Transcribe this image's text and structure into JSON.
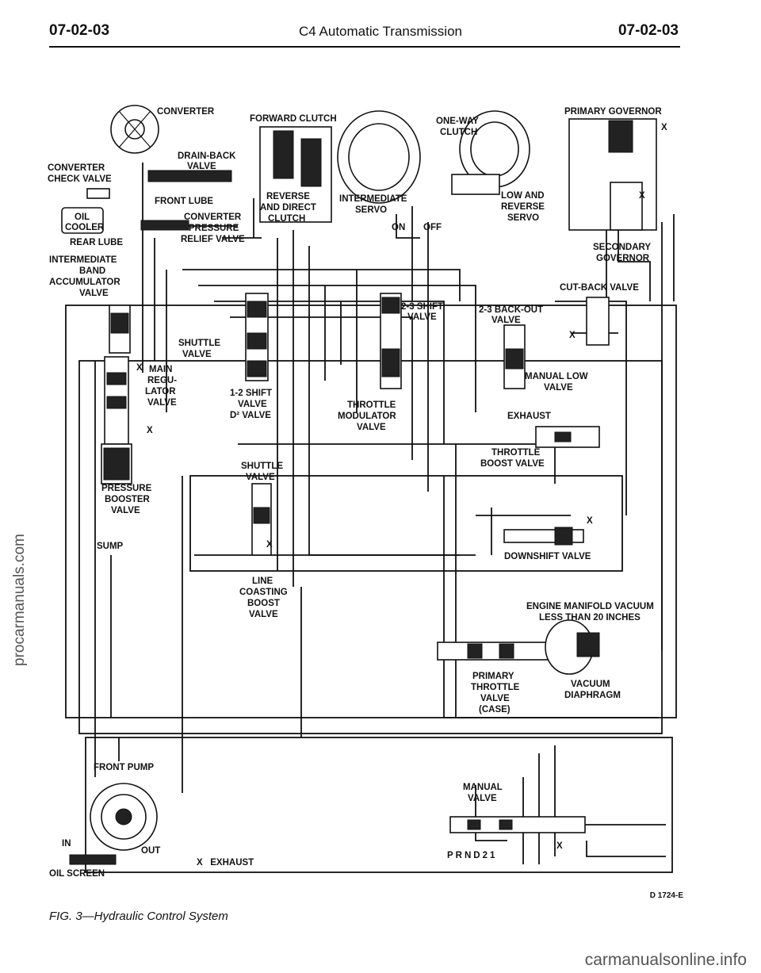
{
  "header": {
    "left_code": "07-02-03",
    "title": "C4 Automatic Transmission",
    "right_code": "07-02-03"
  },
  "watermarks": {
    "side": "procarmanuals.com",
    "bottom": "carmanualsonline.info"
  },
  "diagram": {
    "labels": {
      "converter": "CONVERTER",
      "forward_clutch": "FORWARD CLUTCH",
      "one_way_clutch_1": "ONE-WAY",
      "one_way_clutch_2": "CLUTCH",
      "primary_governor": "PRIMARY GOVERNOR",
      "converter_check_1": "CONVERTER",
      "converter_check_2": "CHECK VALVE",
      "drain_back_1": "DRAIN-BACK",
      "drain_back_2": "VALVE",
      "front_lube": "FRONT LUBE",
      "reverse_direct_1": "REVERSE",
      "reverse_direct_2": "AND DIRECT",
      "reverse_direct_3": "CLUTCH",
      "intermediate_servo_1": "INTERMEDIATE",
      "intermediate_servo_2": "SERVO",
      "low_reverse_1": "LOW AND",
      "low_reverse_2": "REVERSE",
      "low_reverse_3": "SERVO",
      "oil_cooler_1": "OIL",
      "oil_cooler_2": "COOLER",
      "conv_pressure_1": "CONVERTER",
      "conv_pressure_2": "PRESSURE",
      "conv_pressure_3": "RELIEF VALVE",
      "on": "ON",
      "off": "OFF",
      "rear_lube": "REAR LUBE",
      "secondary_gov_1": "SECONDARY",
      "secondary_gov_2": "GOVERNOR",
      "int_band_1": "INTERMEDIATE",
      "int_band_2": "BAND",
      "int_band_3": "ACCUMULATOR",
      "int_band_4": "VALVE",
      "cut_back": "CUT-BACK VALVE",
      "shift_23_1": "2-3 SHIFT",
      "shift_23_2": "VALVE",
      "backout_23_1": "2-3 BACK-OUT",
      "backout_23_2": "VALVE",
      "shuttle_1": "SHUTTLE",
      "shuttle_2": "VALVE",
      "main_reg_1": "MAIN",
      "main_reg_2": "REGU-",
      "main_reg_3": "LATOR",
      "main_reg_4": "VALVE",
      "manual_low_1": "MANUAL LOW",
      "manual_low_2": "VALVE",
      "shift_12_1": "1-2 SHIFT",
      "shift_12_2": "VALVE",
      "shift_12_3": "D² VALVE",
      "throttle_mod_1": "THROTTLE",
      "throttle_mod_2": "MODULATOR",
      "throttle_mod_3": "VALVE",
      "exhaust": "EXHAUST",
      "throttle_boost_1": "THROTTLE",
      "throttle_boost_2": "BOOST VALVE",
      "shuttle2_1": "SHUTTLE",
      "shuttle2_2": "VALVE",
      "pressure_boost_1": "PRESSURE",
      "pressure_boost_2": "BOOSTER",
      "pressure_boost_3": "VALVE",
      "sump": "SUMP",
      "downshift": "DOWNSHIFT VALVE",
      "line_coast_1": "LINE",
      "line_coast_2": "COASTING",
      "line_coast_3": "BOOST",
      "line_coast_4": "VALVE",
      "vacuum_1": "ENGINE MANIFOLD VACUUM",
      "vacuum_2": "LESS THAN 20 INCHES",
      "primary_throttle_1": "PRIMARY",
      "primary_throttle_2": "THROTTLE",
      "primary_throttle_3": "VALVE",
      "primary_throttle_4": "(CASE)",
      "vac_diaphragm_1": "VACUUM",
      "vac_diaphragm_2": "DIAPHRAGM",
      "front_pump": "FRONT PUMP",
      "manual_valve_1": "MANUAL",
      "manual_valve_2": "VALVE",
      "in": "IN",
      "out": "OUT",
      "oil_screen": "OIL SCREEN",
      "exhaust_key": "X   EXHAUST",
      "prnd21": "PRND21",
      "x": "X"
    }
  },
  "figure": {
    "code": "D 1724-E",
    "caption": "FIG. 3—Hydraulic Control System"
  }
}
